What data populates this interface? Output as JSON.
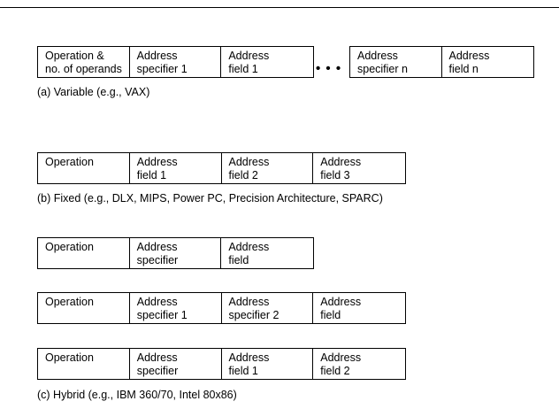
{
  "variable": {
    "fields_left": [
      "Operation &\nno. of operands",
      "Address\nspecifier 1",
      "Address\nfield 1"
    ],
    "ellipsis": "• • •",
    "fields_right": [
      "Address\nspecifier n",
      "Address\nfield n"
    ],
    "caption": "(a) Variable (e.g., VAX)"
  },
  "fixed": {
    "fields": [
      "Operation",
      "Address\nfield 1",
      "Address\nfield 2",
      "Address\nfield 3"
    ],
    "caption": "(b) Fixed (e.g., DLX, MIPS, Power PC, Precision Architecture, SPARC)"
  },
  "hybrid": {
    "format1": [
      "Operation",
      "Address\nspecifier",
      "Address\nfield"
    ],
    "format2": [
      "Operation",
      "Address\nspecifier 1",
      "Address\nspecifier 2",
      "Address\nfield"
    ],
    "format3": [
      "Operation",
      "Address\nspecifier",
      "Address\nfield 1",
      "Address\nfield 2"
    ],
    "caption": "(c) Hybrid (e.g., IBM 360/70, Intel 80x86)"
  }
}
